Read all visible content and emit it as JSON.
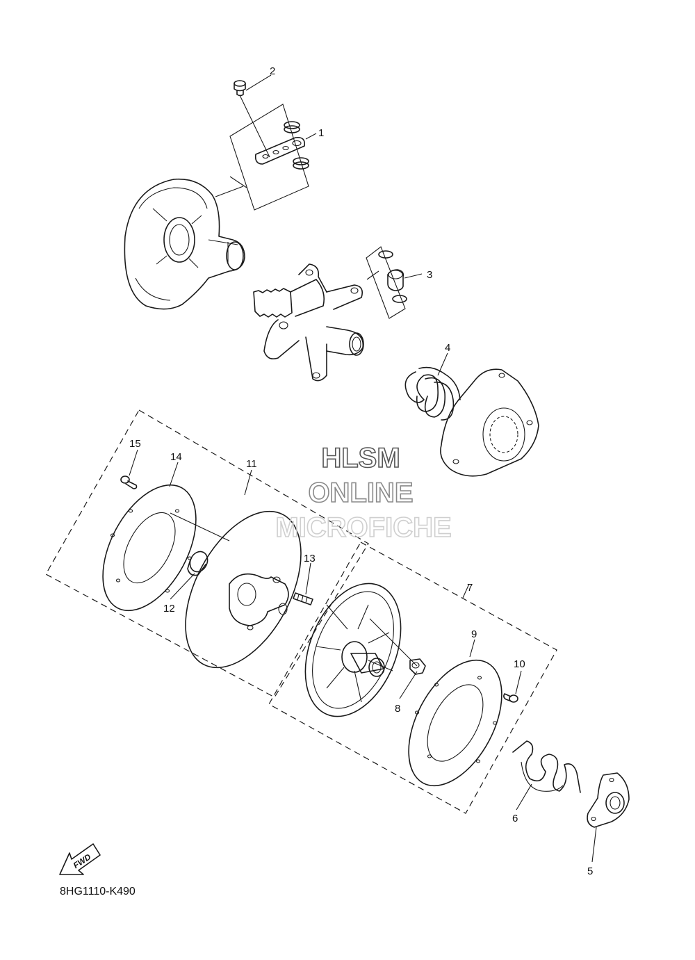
{
  "callouts": [
    {
      "id": "1",
      "label": "1"
    },
    {
      "id": "2",
      "label": "2"
    },
    {
      "id": "3",
      "label": "3"
    },
    {
      "id": "4",
      "label": "4"
    },
    {
      "id": "5",
      "label": "5"
    },
    {
      "id": "6",
      "label": "6"
    },
    {
      "id": "7",
      "label": "7"
    },
    {
      "id": "8",
      "label": "8"
    },
    {
      "id": "9",
      "label": "9"
    },
    {
      "id": "10",
      "label": "10"
    },
    {
      "id": "11",
      "label": "11"
    },
    {
      "id": "12",
      "label": "12"
    },
    {
      "id": "13",
      "label": "13"
    },
    {
      "id": "14",
      "label": "14"
    },
    {
      "id": "15",
      "label": "15"
    }
  ],
  "watermark": {
    "line1": "HLSM",
    "line2": "ONLINE",
    "line3": "MICROFICHE",
    "color_dark": "#555555",
    "color_light": "#cfcfcf"
  },
  "direction_arrow": {
    "label": "FWD",
    "icon": "fwd-arrow-icon"
  },
  "diagram_code": "8HG1110-K490"
}
